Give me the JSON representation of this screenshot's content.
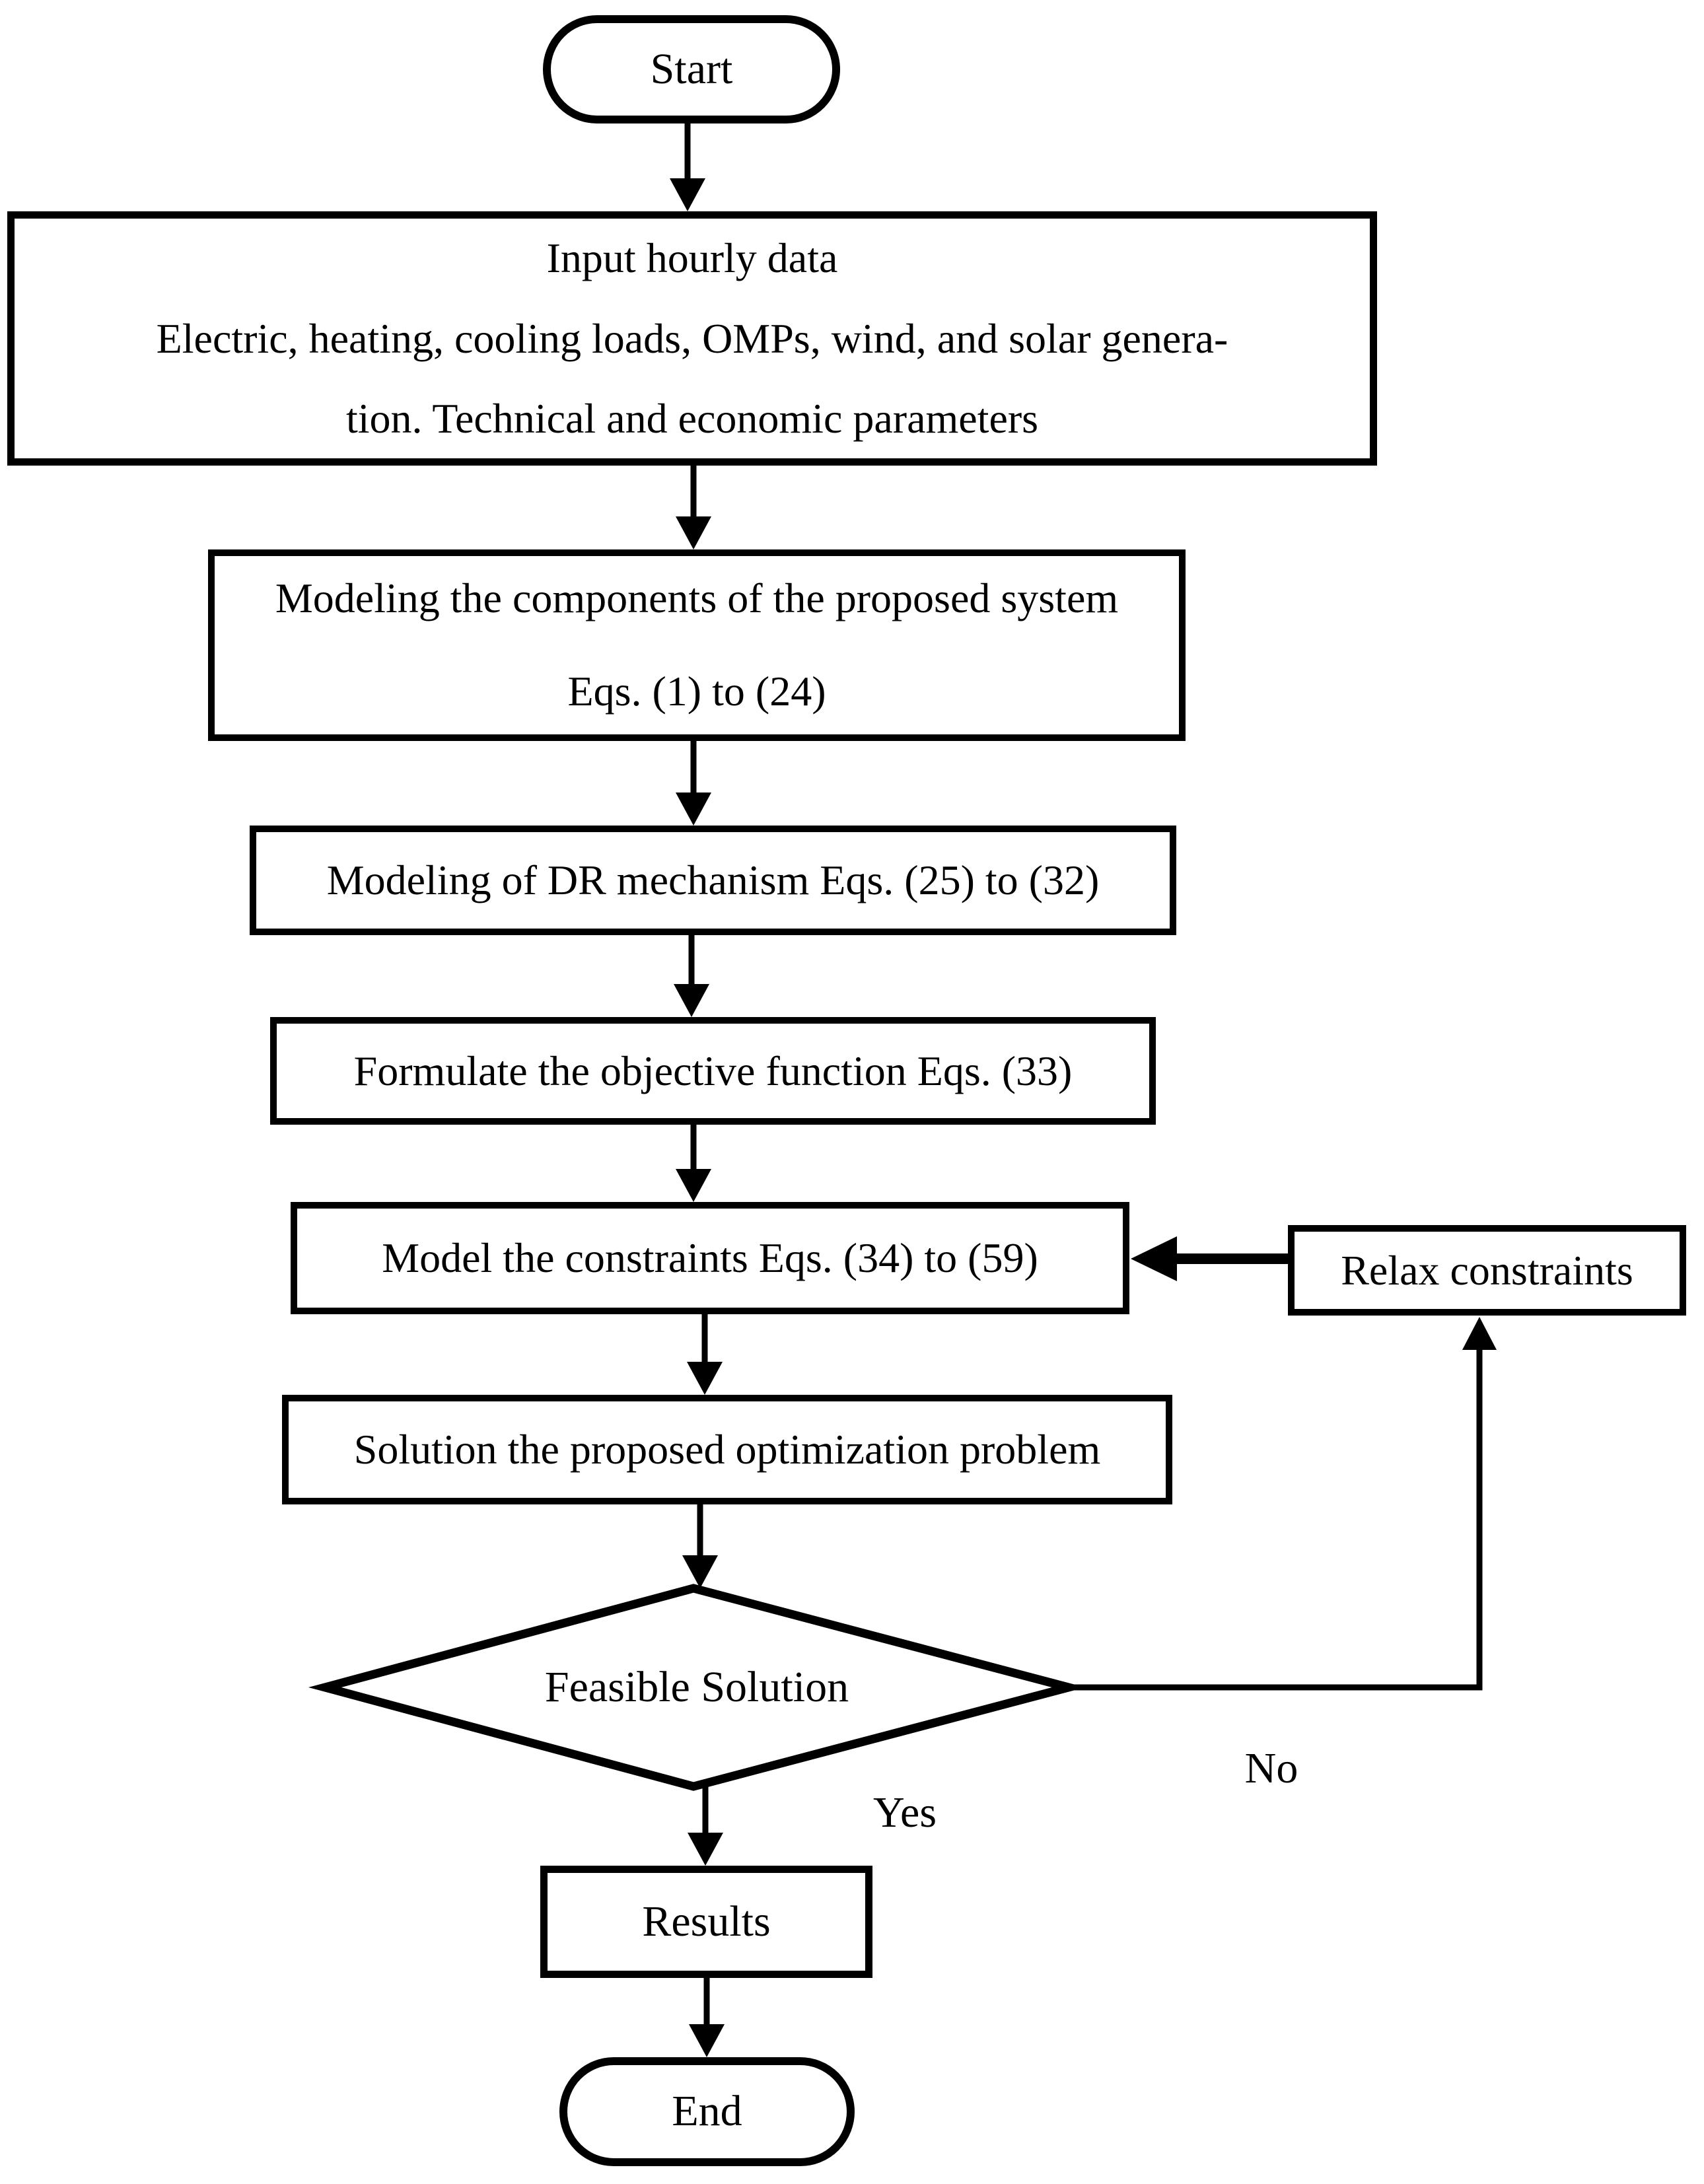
{
  "flowchart": {
    "colors": {
      "stroke": "#000000",
      "fill": "#ffffff"
    },
    "nodes": {
      "start": {
        "label": "Start"
      },
      "input_data": {
        "lines": [
          "Input hourly data",
          "Electric, heating, cooling loads, OMPs, wind, and solar genera-",
          "tion. Technical and economic parameters"
        ]
      },
      "modeling_components": {
        "lines": [
          "Modeling the components of the proposed system",
          "Eqs. (1) to (24)"
        ]
      },
      "modeling_dr": {
        "label": "Modeling of DR mechanism Eqs. (25) to (32)"
      },
      "objective_function": {
        "label": "Formulate the objective function Eqs. (33)"
      },
      "constraints": {
        "label": "Model the constraints Eqs. (34) to (59)"
      },
      "solve": {
        "label": "Solution the proposed optimization problem"
      },
      "feasible": {
        "label": "Feasible Solution"
      },
      "relax": {
        "label": "Relax constraints"
      },
      "results": {
        "label": "Results"
      },
      "end": {
        "label": "End"
      }
    },
    "edge_labels": {
      "yes": "Yes",
      "no": "No"
    }
  }
}
